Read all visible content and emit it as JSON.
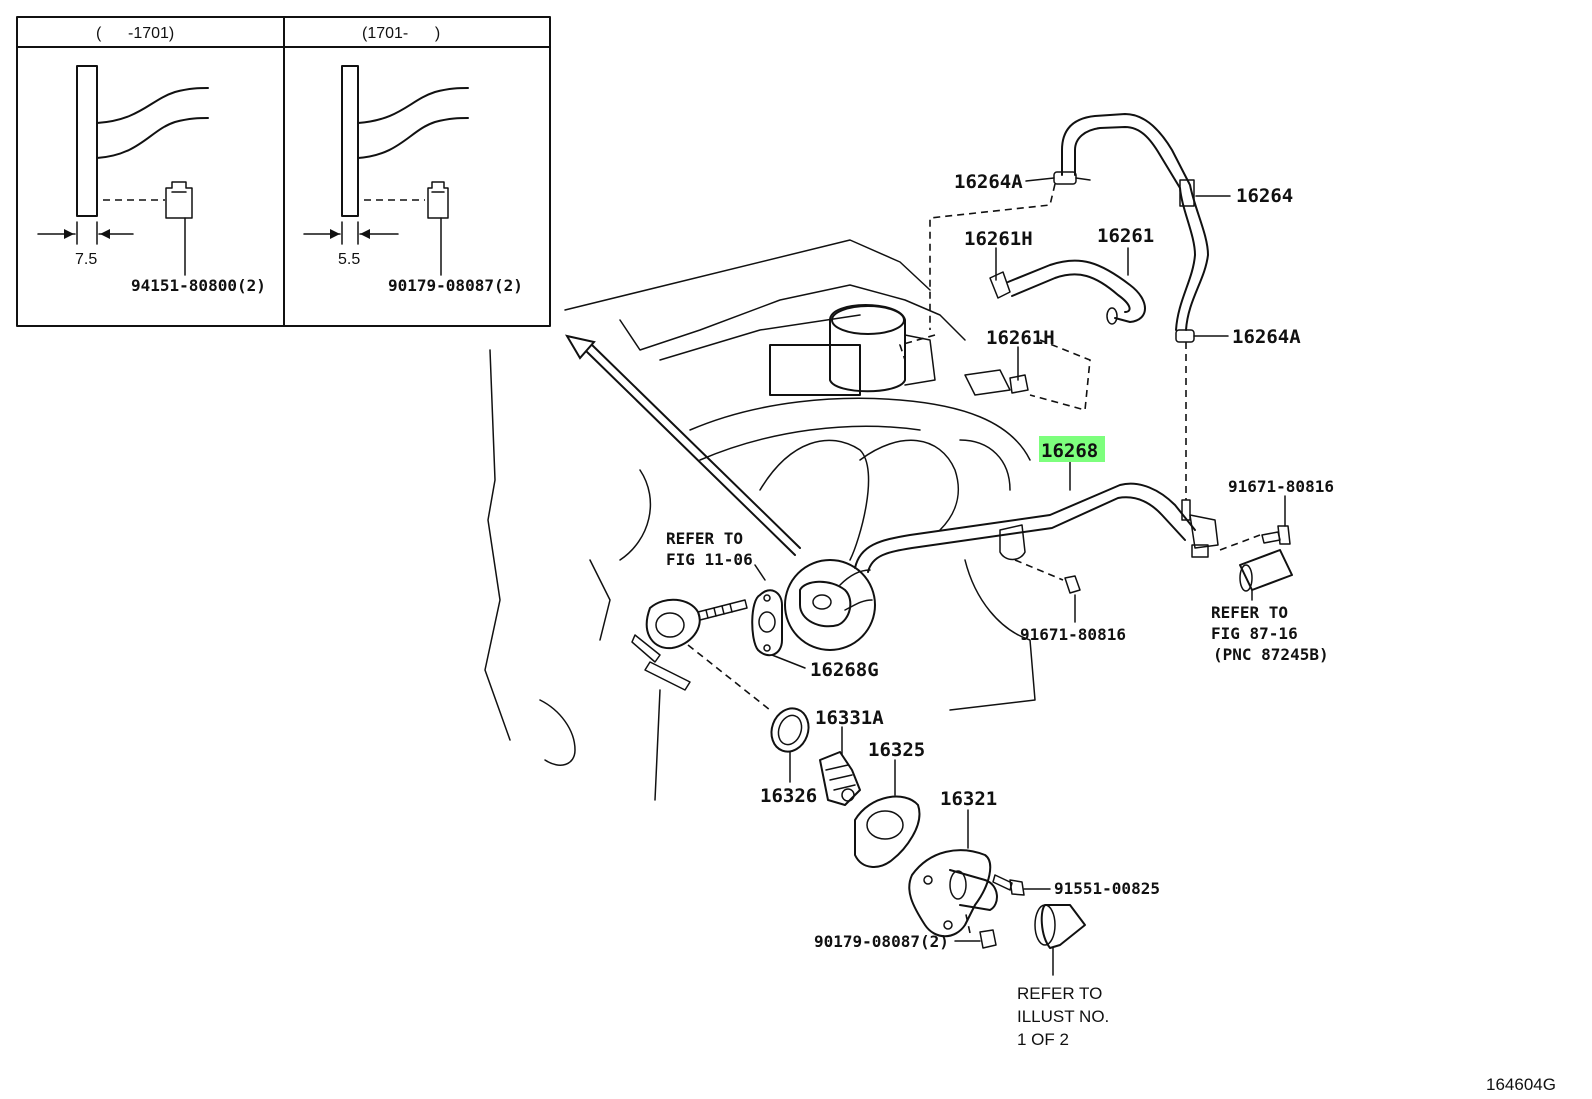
{
  "inset": {
    "left_header": "(      -1701)",
    "right_header": "(1701-      )",
    "left_dimension": "7.5",
    "right_dimension": "5.5",
    "left_part": "94151-80800(2)",
    "right_part": "90179-08087(2)"
  },
  "parts": {
    "p16264A_top": "16264A",
    "p16264": "16264",
    "p16261H_top": "16261H",
    "p16261": "16261",
    "p16261H_mid": "16261H",
    "p16264A_mid": "16264A",
    "p16268": "16268",
    "p91671_right": "91671-80816",
    "p91671_mid": "91671-80816",
    "p16268G": "16268G",
    "p16331A": "16331A",
    "p16325": "16325",
    "p16326": "16326",
    "p16321": "16321",
    "p91551": "91551-00825",
    "p90179": "90179-08087(2)"
  },
  "notes": {
    "fig1106_l1": "REFER TO",
    "fig1106_l2": "FIG 11-06",
    "fig8716_l1": "REFER TO",
    "fig8716_l2": "FIG 87-16",
    "fig8716_l3": "(PNC 87245B)",
    "illust_l1": "REFER TO",
    "illust_l2": "ILLUST NO.",
    "illust_l3": "1 OF 2"
  },
  "highlight_color": "#7dff7d",
  "figure_id": "164604G"
}
